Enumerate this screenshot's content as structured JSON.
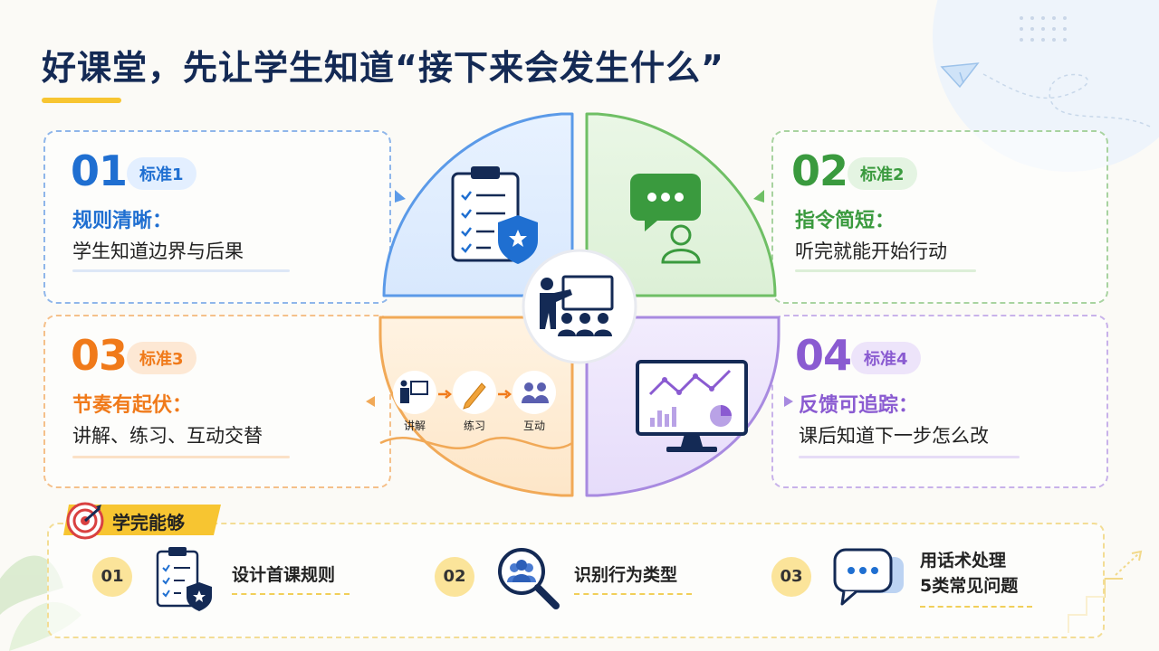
{
  "title": "好课堂，先让学生知道“接下来会发生什么”",
  "standards": [
    {
      "num": "01",
      "tag": "标准1",
      "heading": "规则清晰：",
      "desc": "学生知道边界与后果",
      "color": "#1f6fd1",
      "tag_bg": "#e3efff"
    },
    {
      "num": "02",
      "tag": "标准2",
      "heading": "指令简短：",
      "desc": "听完就能开始行动",
      "color": "#3a9a3e",
      "tag_bg": "#e4f4e2"
    },
    {
      "num": "03",
      "tag": "标准3",
      "heading": "节奏有起伏：",
      "desc": "讲解、练习、互动交替",
      "color": "#f07a1a",
      "tag_bg": "#fde8d4"
    },
    {
      "num": "04",
      "tag": "标准4",
      "heading": "反馈可追踪：",
      "desc": "课后知道下一步怎么改",
      "color": "#8a5bd1",
      "tag_bg": "#ede4fa"
    }
  ],
  "rhythm_steps": [
    "讲解",
    "练习",
    "互动"
  ],
  "outcomes_label": "学完能够",
  "outcomes": [
    {
      "num": "01",
      "text": "设计首课规则",
      "icon": "clipboard-shield-icon"
    },
    {
      "num": "02",
      "text": "识别行为类型",
      "icon": "magnifier-people-icon"
    },
    {
      "num": "03",
      "text": "用话术处理\n5类常见问题",
      "icon": "speech-bubbles-icon"
    }
  ],
  "colors": {
    "navy": "#142a55",
    "yellow": "#f7c531",
    "blue": "#1f6fd1",
    "green": "#3a9a3e",
    "orange": "#f07a1a",
    "purple": "#8a5bd1"
  }
}
